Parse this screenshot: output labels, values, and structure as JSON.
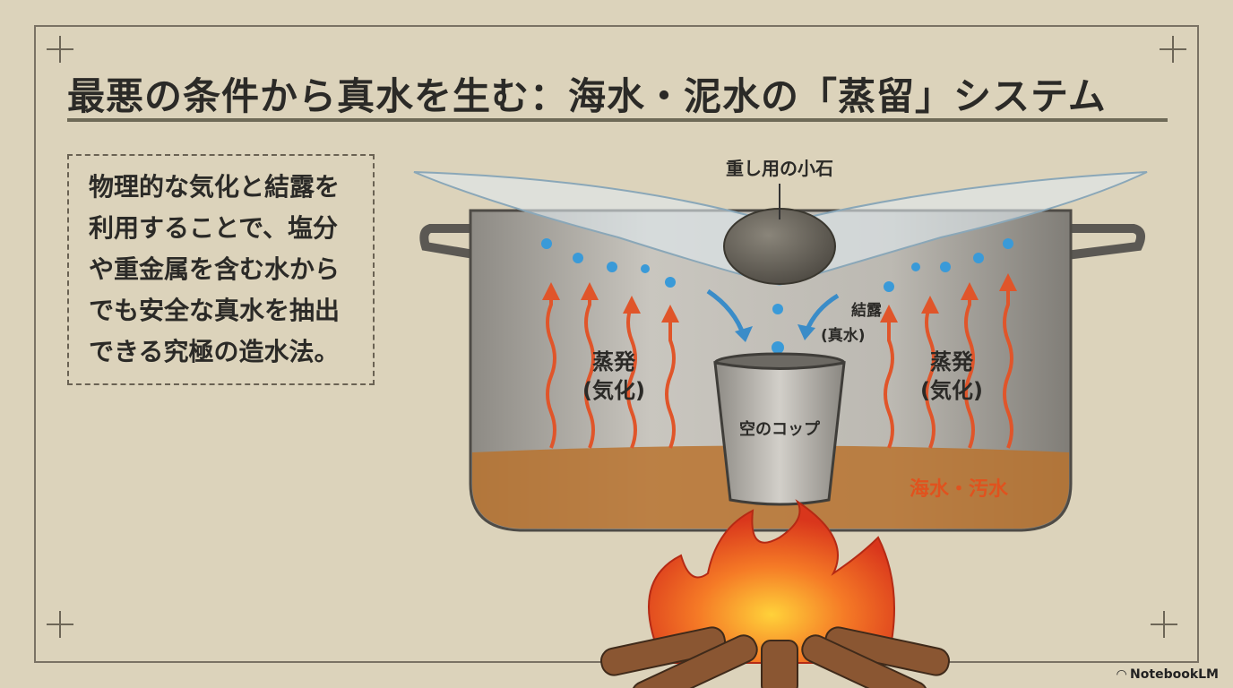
{
  "title": "最悪の条件から真水を生む：海水・泥水の「蒸留」システム",
  "description_lines": [
    "物理的な気化と結露を",
    "利用することで、塩分",
    "や重金属を含む水から",
    "でも安全な真水を抽出",
    "できる究極の造水法。"
  ],
  "labels": {
    "stone": "重し用の小石",
    "condensation_line1": "結露",
    "condensation_line2": "(真水)",
    "evaporation_left_line1": "蒸発",
    "evaporation_left_line2": "(気化)",
    "evaporation_right_line1": "蒸発",
    "evaporation_right_line2": "(気化)",
    "cup": "空のコップ",
    "water": "海水・汚水"
  },
  "brand": "NotebookLM",
  "colors": {
    "background": "#dcd3bb",
    "title": "#2b2a27",
    "arrow_heat": "#e0552a",
    "arrow_drop": "#3a8cc8",
    "water": "#b8732f",
    "label_water": "#e0521e"
  }
}
